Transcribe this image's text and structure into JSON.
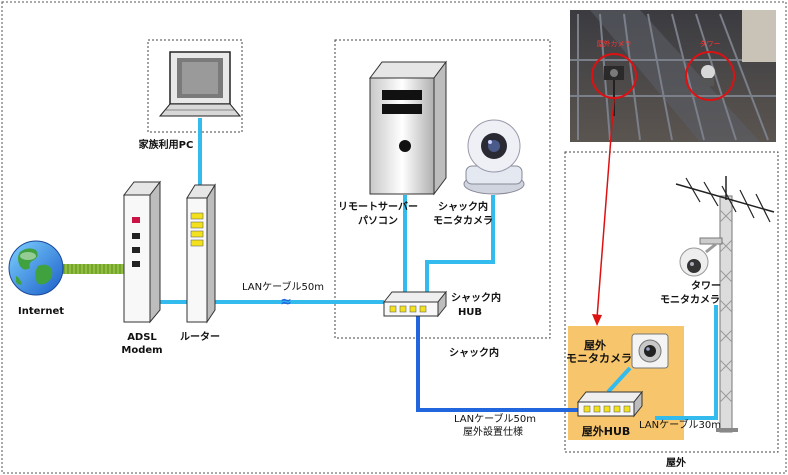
{
  "labels": {
    "family_pc": "家族利用PC",
    "internet": "Internet",
    "adsl_line1": "ADSL",
    "adsl_line2": "Modem",
    "router": "ルーター",
    "lan_cable_50": "LANケーブル50m",
    "remote_server_line1": "リモートサーバー",
    "remote_server_line2": "パソコン",
    "shack_camera_line1": "シャック内",
    "shack_camera_line2": "モニタカメラ",
    "shack_hub_line1": "シャック内",
    "shack_hub_line2": "HUB",
    "shack_area": "シャック内",
    "outdoor_camera_line1": "屋外",
    "outdoor_camera_line2": "モニタカメラ",
    "outdoor_hub": "屋外HUB",
    "outdoor_lan_line1": "LANケーブル50m",
    "outdoor_lan_line2": "屋外設置仕様",
    "lan_cable_30": "LANケーブル30m",
    "tower_camera_line1": "タワー",
    "tower_camera_line2": "モニタカメラ",
    "outdoor_area": "屋外",
    "photo_label_left": "屋外カメラ",
    "photo_label_right": "タワー"
  },
  "colors": {
    "cable_light": "#33bbee",
    "cable_dark": "#2266dd",
    "arrow_red": "#dd1111",
    "outdoor_hub_bg": "#f7c56b",
    "modem_indicator": "#cc1144",
    "router_leds": "#f2e11c",
    "dsl_line": "#8fbf3f"
  }
}
